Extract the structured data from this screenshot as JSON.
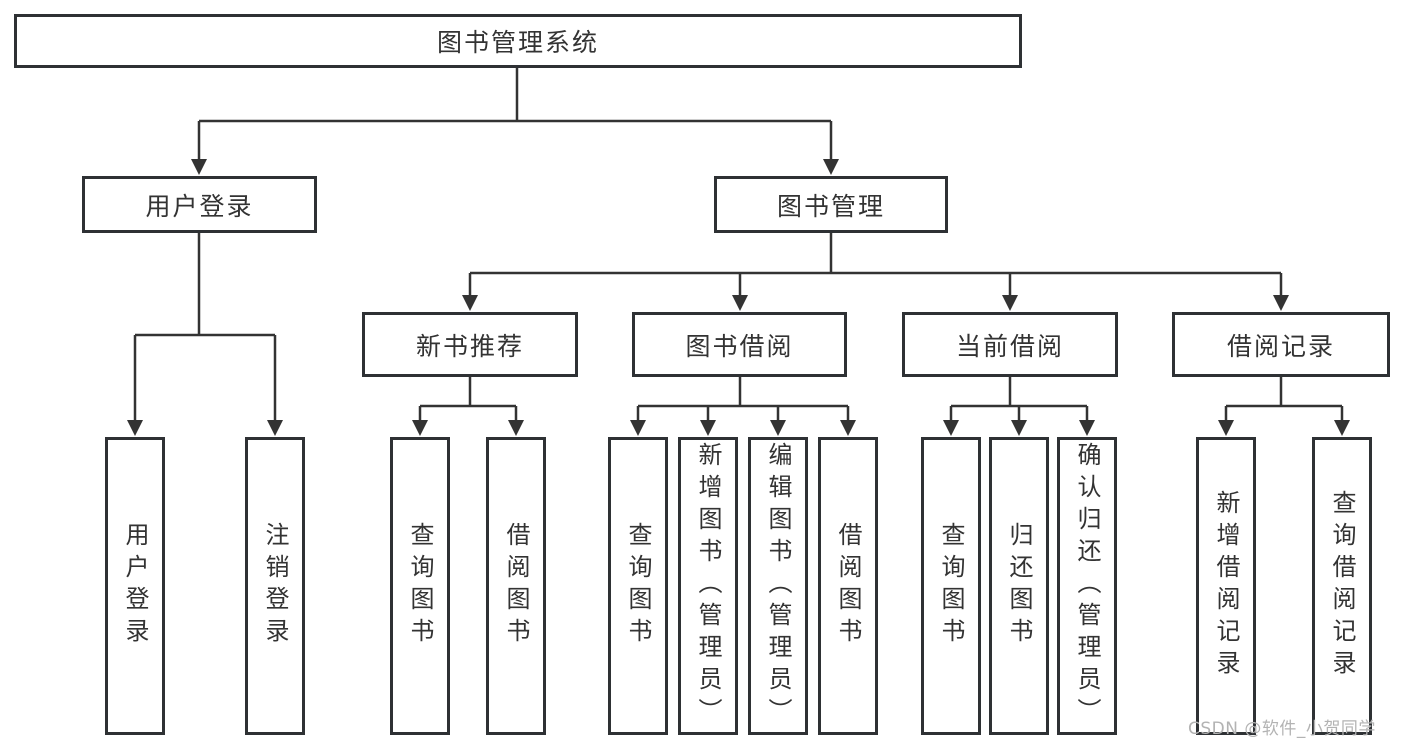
{
  "diagram": {
    "type": "hierarchy-tree",
    "orientation": "top-down",
    "tree": {
      "label": "图书管理系统",
      "children": [
        {
          "label": "用户登录",
          "children": [
            {
              "label": "用户登录"
            },
            {
              "label": "注销登录"
            }
          ]
        },
        {
          "label": "图书管理",
          "children": [
            {
              "label": "新书推荐",
              "children": [
                {
                  "label": "查询图书"
                },
                {
                  "label": "借阅图书"
                }
              ]
            },
            {
              "label": "图书借阅",
              "children": [
                {
                  "label": "查询图书"
                },
                {
                  "label": "新增图书（管理员）"
                },
                {
                  "label": "编辑图书（管理员）"
                },
                {
                  "label": "借阅图书"
                }
              ]
            },
            {
              "label": "当前借阅",
              "children": [
                {
                  "label": "查询图书"
                },
                {
                  "label": "归还图书"
                },
                {
                  "label": "确认归还（管理员）"
                }
              ]
            },
            {
              "label": "借阅记录",
              "children": [
                {
                  "label": "新增借阅记录"
                },
                {
                  "label": "查询借阅记录"
                }
              ]
            }
          ]
        }
      ]
    },
    "colors": {
      "box_border": "#2e3134",
      "box_fill": "#ffffff",
      "text": "#333333",
      "line": "#333333",
      "background": "#ffffff",
      "watermark_text": "#b3b3b3"
    }
  },
  "watermark": {
    "text": "CSDN @软件_小贺同学"
  }
}
